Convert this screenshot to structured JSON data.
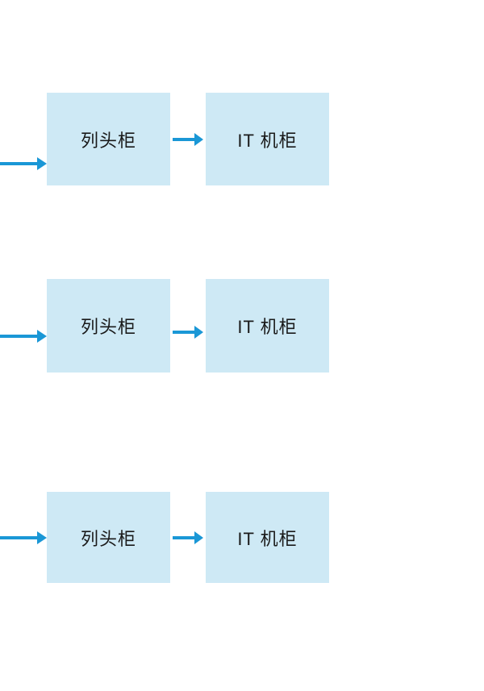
{
  "diagram": {
    "rows": [
      {
        "source_label": "列头柜",
        "target_label": "IT 机柜"
      },
      {
        "source_label": "列头柜",
        "target_label": "IT 机柜"
      },
      {
        "source_label": "列头柜",
        "target_label": "IT 机柜"
      }
    ]
  },
  "colors": {
    "box_fill": "#cee9f5",
    "arrow": "#1a97d6",
    "text": "#1a1a1a",
    "background": "#ffffff"
  }
}
